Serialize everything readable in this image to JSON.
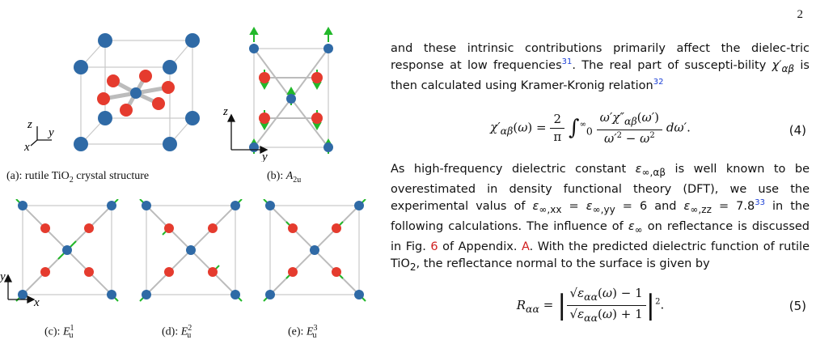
{
  "page_number": "2",
  "figure": {
    "panels": [
      {
        "id": "a",
        "caption_prefix": "(a): rutile TiO",
        "caption_sub": "2",
        "caption_suffix": " crystal structure",
        "axes": [
          "z",
          "y",
          "x"
        ]
      },
      {
        "id": "b",
        "caption_prefix": "(b): ",
        "mode_main": "A",
        "mode_sub": "2u",
        "mode_sup": "",
        "axes": [
          "z",
          "y"
        ]
      },
      {
        "id": "c",
        "caption_prefix": "(c): ",
        "mode_main": "E",
        "mode_sub": "u",
        "mode_sup": "1",
        "axes": [
          "y",
          "x"
        ]
      },
      {
        "id": "d",
        "caption_prefix": "(d): ",
        "mode_main": "E",
        "mode_sub": "u",
        "mode_sup": "2",
        "axes": []
      },
      {
        "id": "e",
        "caption_prefix": "(e): ",
        "mode_main": "E",
        "mode_sub": "u",
        "mode_sup": "3",
        "axes": []
      }
    ],
    "colors": {
      "ti_atom": "#2f6aa6",
      "o_atom": "#e53b2e",
      "arrow": "#22b82a",
      "bond": "#bcbcbc",
      "cell": "#c9c9c9"
    }
  },
  "text": {
    "p1_a": "and these intrinsic contributions primarily affect the dielec-tric response at low frequencies",
    "ref31": "31",
    "p1_b": ". The real part of suscepti-bility ",
    "p1_c": " is then calculated using Kramer-Kronig relation",
    "ref32": "32",
    "eq4_num": "(4)",
    "p2_a": "As high-frequency dielectric constant ",
    "p2_b": " is well known to be overestimated in density functional theory (DFT), we use the experimental valus of ",
    "p2_c": " = 6 and ",
    "p2_d": " = 7.8",
    "ref33": "33",
    "p2_e": " in the following calculations. The influence of ",
    "p2_f": " on reflectance is discussed in Fig. ",
    "fig_ref": "6",
    "p2_g": " of Appendix. ",
    "app_ref": "A",
    "p2_h": ". With the predicted dielectric function of rutile TiO",
    "p2_sub": "2",
    "p2_i": ", the reflectance normal to the surface is given by",
    "eq5_num": "(5)"
  }
}
